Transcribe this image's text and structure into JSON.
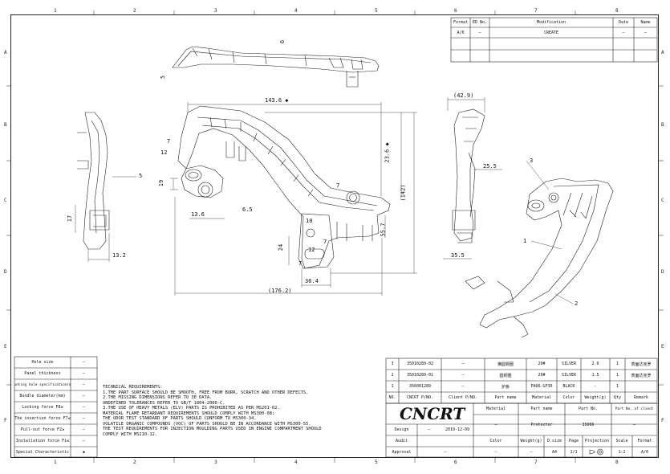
{
  "zones": {
    "top": [
      "1",
      "2",
      "3",
      "4",
      "5",
      "6",
      "7",
      "8"
    ],
    "left": [
      "A",
      "B",
      "C",
      "D",
      "E",
      "F"
    ]
  },
  "revision": {
    "headers": [
      "Format",
      "ED No.",
      "Modification",
      "Date",
      "Name"
    ],
    "row": [
      "A/0",
      "—",
      "CREATE",
      "—",
      "—"
    ]
  },
  "dims": {
    "d6": "6",
    "d5_top": "5",
    "d143": "143.6 ◆",
    "d7a": "7",
    "d12": "12",
    "d19": "19",
    "d13_6": "13.6",
    "d6_5": "6.5",
    "d7b": "7",
    "d23_6": "23.6 ◆",
    "d142": "(142)",
    "d55_7": "55.7",
    "d10": "10",
    "d7c": "7",
    "d24": "24",
    "d12b": "12",
    "d7d": "7",
    "d36_4": "36.4",
    "d176": "(176.2)",
    "d5_left": "5",
    "d17": "17",
    "d13_2": "13.2",
    "d42_9": "(42.9)",
    "d25_5": "25.5",
    "d35_5": "35.5",
    "callout3": "3",
    "callout1": "1",
    "callout2": "2"
  },
  "spec_table": [
    {
      "label": "Hole size",
      "value": "—"
    },
    {
      "label": "Panel thickness",
      "value": "—"
    },
    {
      "label": "Mounting hole specification(mm)",
      "value": "—"
    },
    {
      "label": "Bundle diameter(mm)",
      "value": "—"
    },
    {
      "label": "Locking  force  F8≥",
      "value": "—"
    },
    {
      "label": "The insertion force F7≤",
      "value": "—"
    },
    {
      "label": "Pull-out force  F2≥",
      "value": "—"
    },
    {
      "label": "Installation force Fi≤",
      "value": "—"
    },
    {
      "label": "Special Characteristic",
      "value": "◆"
    }
  ],
  "requirements": [
    "TECHNICAL REQUIREMENTS:",
    "1.THE PART SURFACE SHOULD BE SMOOTH, FREE FROM BURR, SCRATCH AND OTHER DEFECTS.",
    "2.THE MISSING DIMENSIONS REFER TO 3D DATA.",
    "  UNDEFINED TOLERANCES REFER TO GB/T 1804-2000-C.",
    "3.THE USE OF HEAVY METALS (ELV) PARTS IS PROHIBITED AS PER MS201-02.",
    "  MATERIAL FLAME RETARDANT REQUIREMENTS SHOULD COMPLY WITH MS300-08;",
    "  THE ODOR TEST STANDARD OF PARTS  SHOULD CONFORM TO MS300-34.",
    "  VOLATILE ORGANIC COMPOUNDS (VOC) OF PARTS SHOULD BE IN ACCORDANCE WITH MS300-55.",
    "  THE TEST REQUIREMENTS FOR INJECTION MOULDING PARTS USED IN ENGINE COMPARTMENT SHOULD",
    "  COMPLY WITH MS210-12."
  ],
  "bom": {
    "headers": [
      "NO.",
      "CNCRT P/NO.",
      "Client P/NO.",
      "Part name",
      "Material",
      "Color",
      "Weight(g)",
      "Qty",
      "Remark"
    ],
    "rows": [
      [
        "3",
        "35010289-02",
        "—",
        "横圆铜圈",
        "20#",
        "SILVER",
        "2.0",
        "1",
        "表面达克罗"
      ],
      [
        "2",
        "35010289-01",
        "—",
        "圆铜圈",
        "20#",
        "SILVER",
        "1.5",
        "1",
        "表面达克罗"
      ],
      [
        "1",
        "356001289",
        "—",
        "护板",
        "PA66-GF30",
        "BLACK",
        "-",
        "1",
        ""
      ]
    ]
  },
  "title_block": {
    "logo": "CNCRT",
    "material_label": "Material",
    "part_name_label": "Part name",
    "part_no_label": "Part No.",
    "client_label": "Part No. of client",
    "material_value": "—",
    "part_name_value": "Protector",
    "part_no_value": "35006",
    "client_value": "—",
    "design_label": "Design",
    "design_value": "—",
    "design_date": "2019-12-09",
    "audit_label": "Audit",
    "approval_label": "Approval",
    "approval_value": "—",
    "color_label": "Color",
    "weight_label": "Weight(g)",
    "dsize_label": "D.size",
    "page_label": "Page",
    "projection_label": "Projection",
    "scale_label": "Scale",
    "format_label": "Format",
    "color_value": "—",
    "weight_value": "—",
    "dsize_value": "A4",
    "page_value": "1/1",
    "scale_value": "1:2",
    "format_value": "A/0"
  }
}
